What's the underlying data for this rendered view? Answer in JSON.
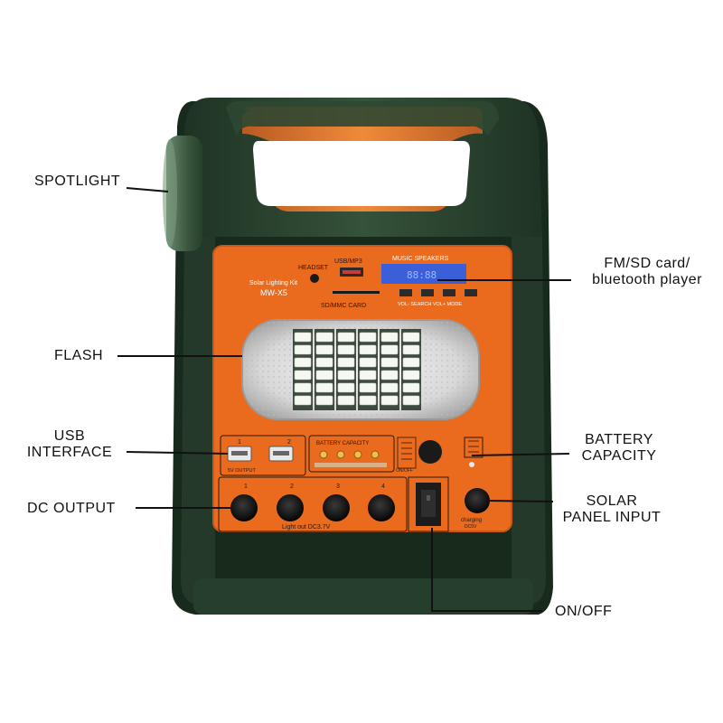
{
  "labels": {
    "spotlight": "SPOTLIGHT",
    "flash": "FLASH",
    "usb_interface_line1": "USB",
    "usb_interface_line2": "INTERFACE",
    "dc_output": "DC OUTPUT",
    "fm_line1": "FM/SD card/",
    "fm_line2": "bluetooth player",
    "battery_line1": "BATTERY",
    "battery_line2": "CAPACITY",
    "solar_line1": "SOLAR",
    "solar_line2": "PANEL INPUT",
    "on_off": "ON/OFF"
  },
  "device": {
    "kit_name": "Solar Lighting Kit",
    "model": "MW-X5",
    "headset": "HEADSET",
    "usb_mp3": "USB/MP3",
    "sd_card": "SD/MMC CARD",
    "music_speakers": "MUSIC SPEAKERS",
    "display_digits": "88:88",
    "player_buttons": "VOL-  SEARCH  VOL+  MODE",
    "usb_port_1": "1",
    "usb_port_2": "2",
    "usb_output": "5V OUTPUT",
    "battery_capacity": "BATTERY CAPACITY",
    "on_off_small": "ON/OFF",
    "dc_ports": [
      "1",
      "2",
      "3",
      "4"
    ],
    "light_out": "Light out DC3.7V",
    "charging": "charging",
    "charging_v": "DC5V"
  },
  "colors": {
    "body": "#2f4a33",
    "panel": "#ea6a1e",
    "handle_glow": "#e0782a",
    "display": "#3a5fd8"
  }
}
